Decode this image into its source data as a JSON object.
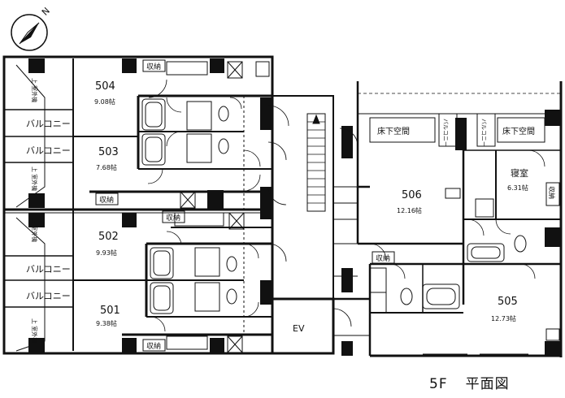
{
  "compass": {
    "north": "N"
  },
  "units": {
    "u504": {
      "name": "504",
      "area": "9.08帖"
    },
    "u503": {
      "name": "503",
      "area": "7.68帖"
    },
    "u502": {
      "name": "502",
      "area": "9.93帖"
    },
    "u501": {
      "name": "501",
      "area": "9.38帖"
    },
    "u506": {
      "name": "506",
      "area": "12.16帖"
    },
    "u505": {
      "name": "505",
      "area": "12.73帖"
    }
  },
  "labels": {
    "balcony": "バルコニー",
    "storage": "収納",
    "ev": "EV",
    "ceiling_space": "床下空間",
    "bedroom": "寝室",
    "bedroom_area": "6.31帖",
    "balcony_short": "バルコニー",
    "outdoor_unit": "上 室外機"
  },
  "footer": {
    "floor": "5F",
    "title": "平面図"
  }
}
